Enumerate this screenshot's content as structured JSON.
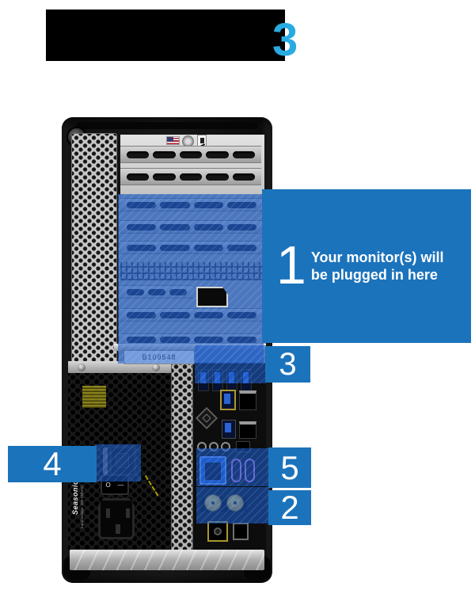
{
  "header": {
    "step_number": "3",
    "step_number_color": "#29ABE2"
  },
  "colors": {
    "callout_blue": "#1B73BC",
    "highlight_overlay": "rgba(25,90,200,0.60)",
    "usb_blue": "#2b62d4",
    "lan_port_blue": "#2a63d4",
    "antenna_gold": "#c6a233"
  },
  "callouts": {
    "one": {
      "number": "1",
      "line1": "Your monitor(s) will",
      "line2": "be plugged in here"
    },
    "two": {
      "number": "2"
    },
    "three": {
      "number": "3"
    },
    "four": {
      "number": "4"
    },
    "five": {
      "number": "5"
    }
  },
  "tower": {
    "serial_label": "B109548",
    "psu_brand": "Seasonic",
    "psu_voltage": "Input Voltage: 100-240VAC",
    "power_switch": {
      "off_symbol": "O",
      "on_symbol": "—"
    }
  }
}
